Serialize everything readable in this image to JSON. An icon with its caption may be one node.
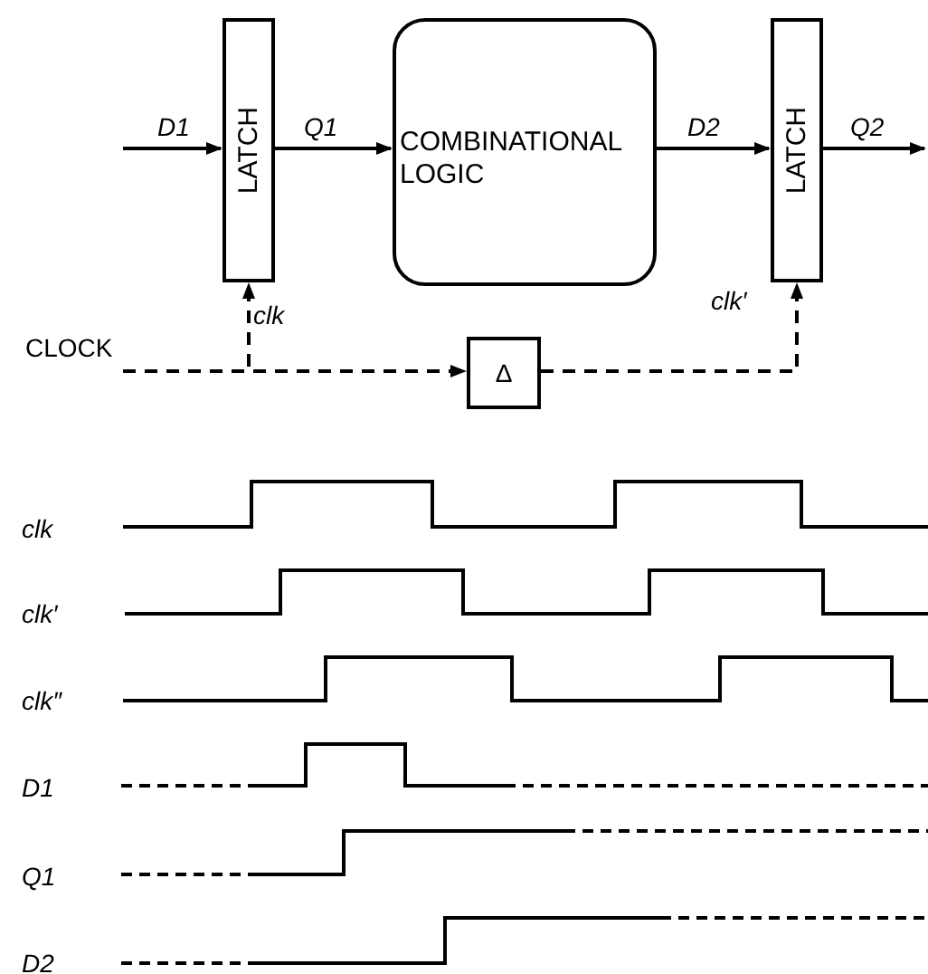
{
  "diagram": {
    "nodes": [
      {
        "text": [
          "LATCH"
        ]
      },
      {
        "text": [
          "COMBINATIONAL LOGIC"
        ]
      },
      {
        "text": [
          "LATCH"
        ]
      },
      {
        "text": [
          "Δ"
        ]
      },
      {
        "text": [
          "CLOCK"
        ]
      }
    ],
    "edges": [
      {
        "from": null,
        "to": 0,
        "arrow": "to",
        "label": "D1"
      },
      {
        "from": 0,
        "to": 1,
        "arrow": "to",
        "label": "Q1"
      },
      {
        "from": 1,
        "to": 2,
        "arrow": "to",
        "label": "D2"
      },
      {
        "from": 2,
        "to": null,
        "arrow": "to",
        "label": "Q2"
      },
      {
        "from": 4,
        "to": 0,
        "arrow": "to",
        "label": "clk",
        "style": "dashed"
      },
      {
        "from": 4,
        "to": 3,
        "arrow": "to",
        "style": "dashed"
      },
      {
        "from": 3,
        "to": 2,
        "arrow": "to",
        "label": "clk′",
        "style": "dashed"
      }
    ],
    "labels": [
      "clk",
      "clk′",
      "clk″",
      "D1",
      "Q1",
      "D2"
    ]
  }
}
